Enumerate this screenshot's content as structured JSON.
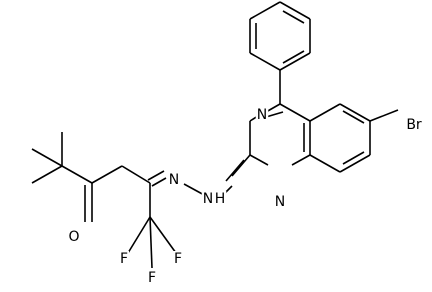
{
  "atom_labels": {
    "br": "Br",
    "n_upper": "N",
    "n_lower": "N",
    "n_hydrazone": "N",
    "nh": "N",
    "nh_h": "H",
    "oxygen": "O",
    "f_left": "F",
    "f_right": "F",
    "f_bottom": "F"
  }
}
